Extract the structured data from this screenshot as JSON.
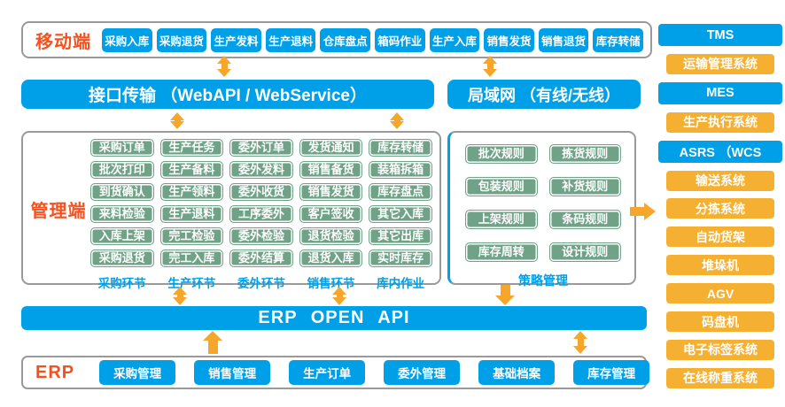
{
  "colors": {
    "blue": "#00a0e9",
    "green": "#6fa287",
    "arrow_orange": "#f6a62b",
    "amber": "#f5b031",
    "label_red": "#f4511e",
    "panel_border": "#9a9a9a"
  },
  "mobile": {
    "label": "移动端",
    "buttons": [
      "采购入库",
      "采购退货",
      "生产发料",
      "生产退料",
      "仓库盘点",
      "箱码作业",
      "生产入库",
      "销售发货",
      "销售退货",
      "库存转储"
    ]
  },
  "transport": {
    "api_bar": "接口传输 （WebAPI / WebService）",
    "lan_bar": "局域网 （有线/无线）"
  },
  "management": {
    "label": "管理端",
    "columns": [
      {
        "label": "采购环节",
        "items": [
          "采购订单",
          "批次打印",
          "到货确认",
          "来料检验",
          "入库上架",
          "采购退货"
        ]
      },
      {
        "label": "生产环节",
        "items": [
          "生产任务",
          "生产备料",
          "生产领料",
          "生产退料",
          "完工检验",
          "完工入库"
        ]
      },
      {
        "label": "委外环节",
        "items": [
          "委外订单",
          "委外发料",
          "委外收货",
          "工序委外",
          "委外检验",
          "委外结算"
        ]
      },
      {
        "label": "销售环节",
        "items": [
          "发货通知",
          "销售备货",
          "销售发货",
          "客户签收",
          "退货检验",
          "退货入库"
        ]
      },
      {
        "label": "库内作业",
        "items": [
          "库存转储",
          "装箱拆箱",
          "库存盘点",
          "其它入库",
          "其它出库",
          "实时库存"
        ]
      }
    ]
  },
  "strategy": {
    "label": "策略管理",
    "items": [
      "批次规则",
      "拣货规则",
      "包装规则",
      "补货规则",
      "上架规则",
      "条码规则",
      "库存周转",
      "设计规则"
    ]
  },
  "erp_api_bar": "ERP OPEN API",
  "erp": {
    "label": "ERP",
    "buttons": [
      "采购管理",
      "销售管理",
      "生产订单",
      "委外管理",
      "基础档案"
    ],
    "inventory_button": "库存管理"
  },
  "right_column": {
    "items": [
      {
        "label": "TMS",
        "type": "blue"
      },
      {
        "label": "运输管理系统",
        "type": "orange"
      },
      {
        "label": "MES",
        "type": "blue"
      },
      {
        "label": "生产执行系统",
        "type": "orange"
      },
      {
        "label": "ASRS （WCS",
        "type": "blue"
      },
      {
        "label": "输送系统",
        "type": "orange"
      },
      {
        "label": "分拣系统",
        "type": "orange"
      },
      {
        "label": "自动货架",
        "type": "orange"
      },
      {
        "label": "堆垛机",
        "type": "orange"
      },
      {
        "label": "AGV",
        "type": "orange"
      },
      {
        "label": "码盘机",
        "type": "orange"
      },
      {
        "label": "电子标签系统",
        "type": "orange"
      },
      {
        "label": "在线称重系统",
        "type": "orange"
      }
    ]
  }
}
